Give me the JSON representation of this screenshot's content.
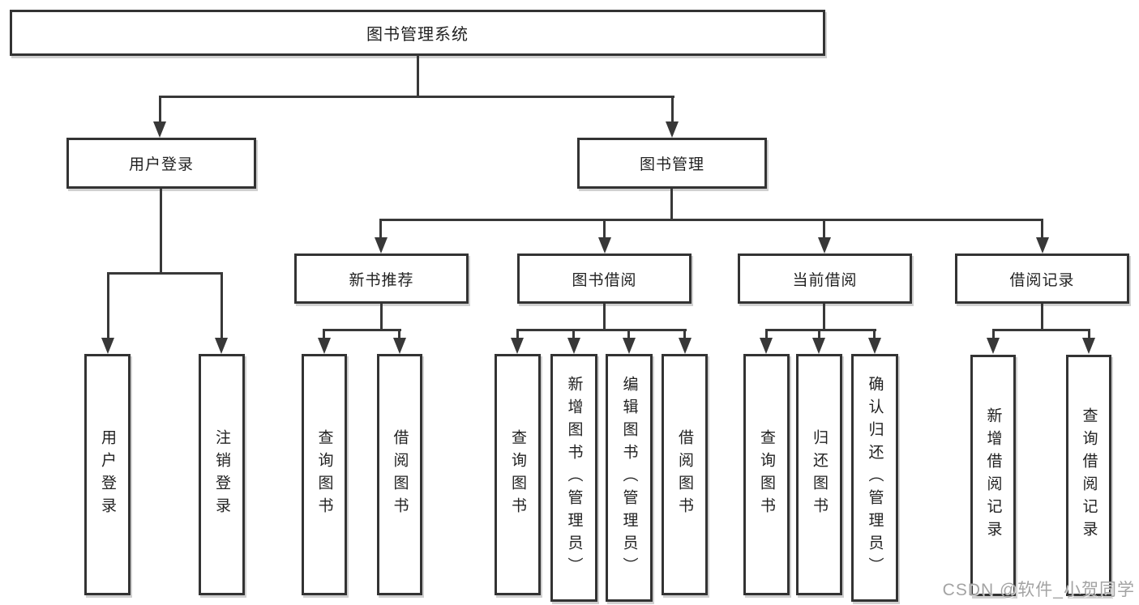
{
  "tree": {
    "root": {
      "label": "图书管理系统"
    },
    "branches": [
      {
        "label": "用户登录",
        "children": [
          {
            "label": "用户登录"
          },
          {
            "label": "注销登录"
          }
        ]
      },
      {
        "label": "图书管理",
        "children": [
          {
            "label": "新书推荐",
            "children": [
              {
                "label": "查询图书"
              },
              {
                "label": "借阅图书"
              }
            ]
          },
          {
            "label": "图书借阅",
            "children": [
              {
                "label": "查询图书"
              },
              {
                "label": "新增图书（管理员）"
              },
              {
                "label": "编辑图书（管理员）"
              },
              {
                "label": "借阅图书"
              }
            ]
          },
          {
            "label": "当前借阅",
            "children": [
              {
                "label": "查询图书"
              },
              {
                "label": "归还图书"
              },
              {
                "label": "确认归还（管理员）"
              }
            ]
          },
          {
            "label": "借阅记录",
            "children": [
              {
                "label": "新增借阅记录"
              },
              {
                "label": "查询借阅记录"
              }
            ]
          }
        ]
      }
    ]
  },
  "watermark": {
    "text": "CSDN @软件_小贺同学"
  },
  "colors": {
    "line": "#383838",
    "box_border": "#333333",
    "box_fill": "#ffffff",
    "text": "#222222",
    "watermark": "#a3a3a3"
  }
}
